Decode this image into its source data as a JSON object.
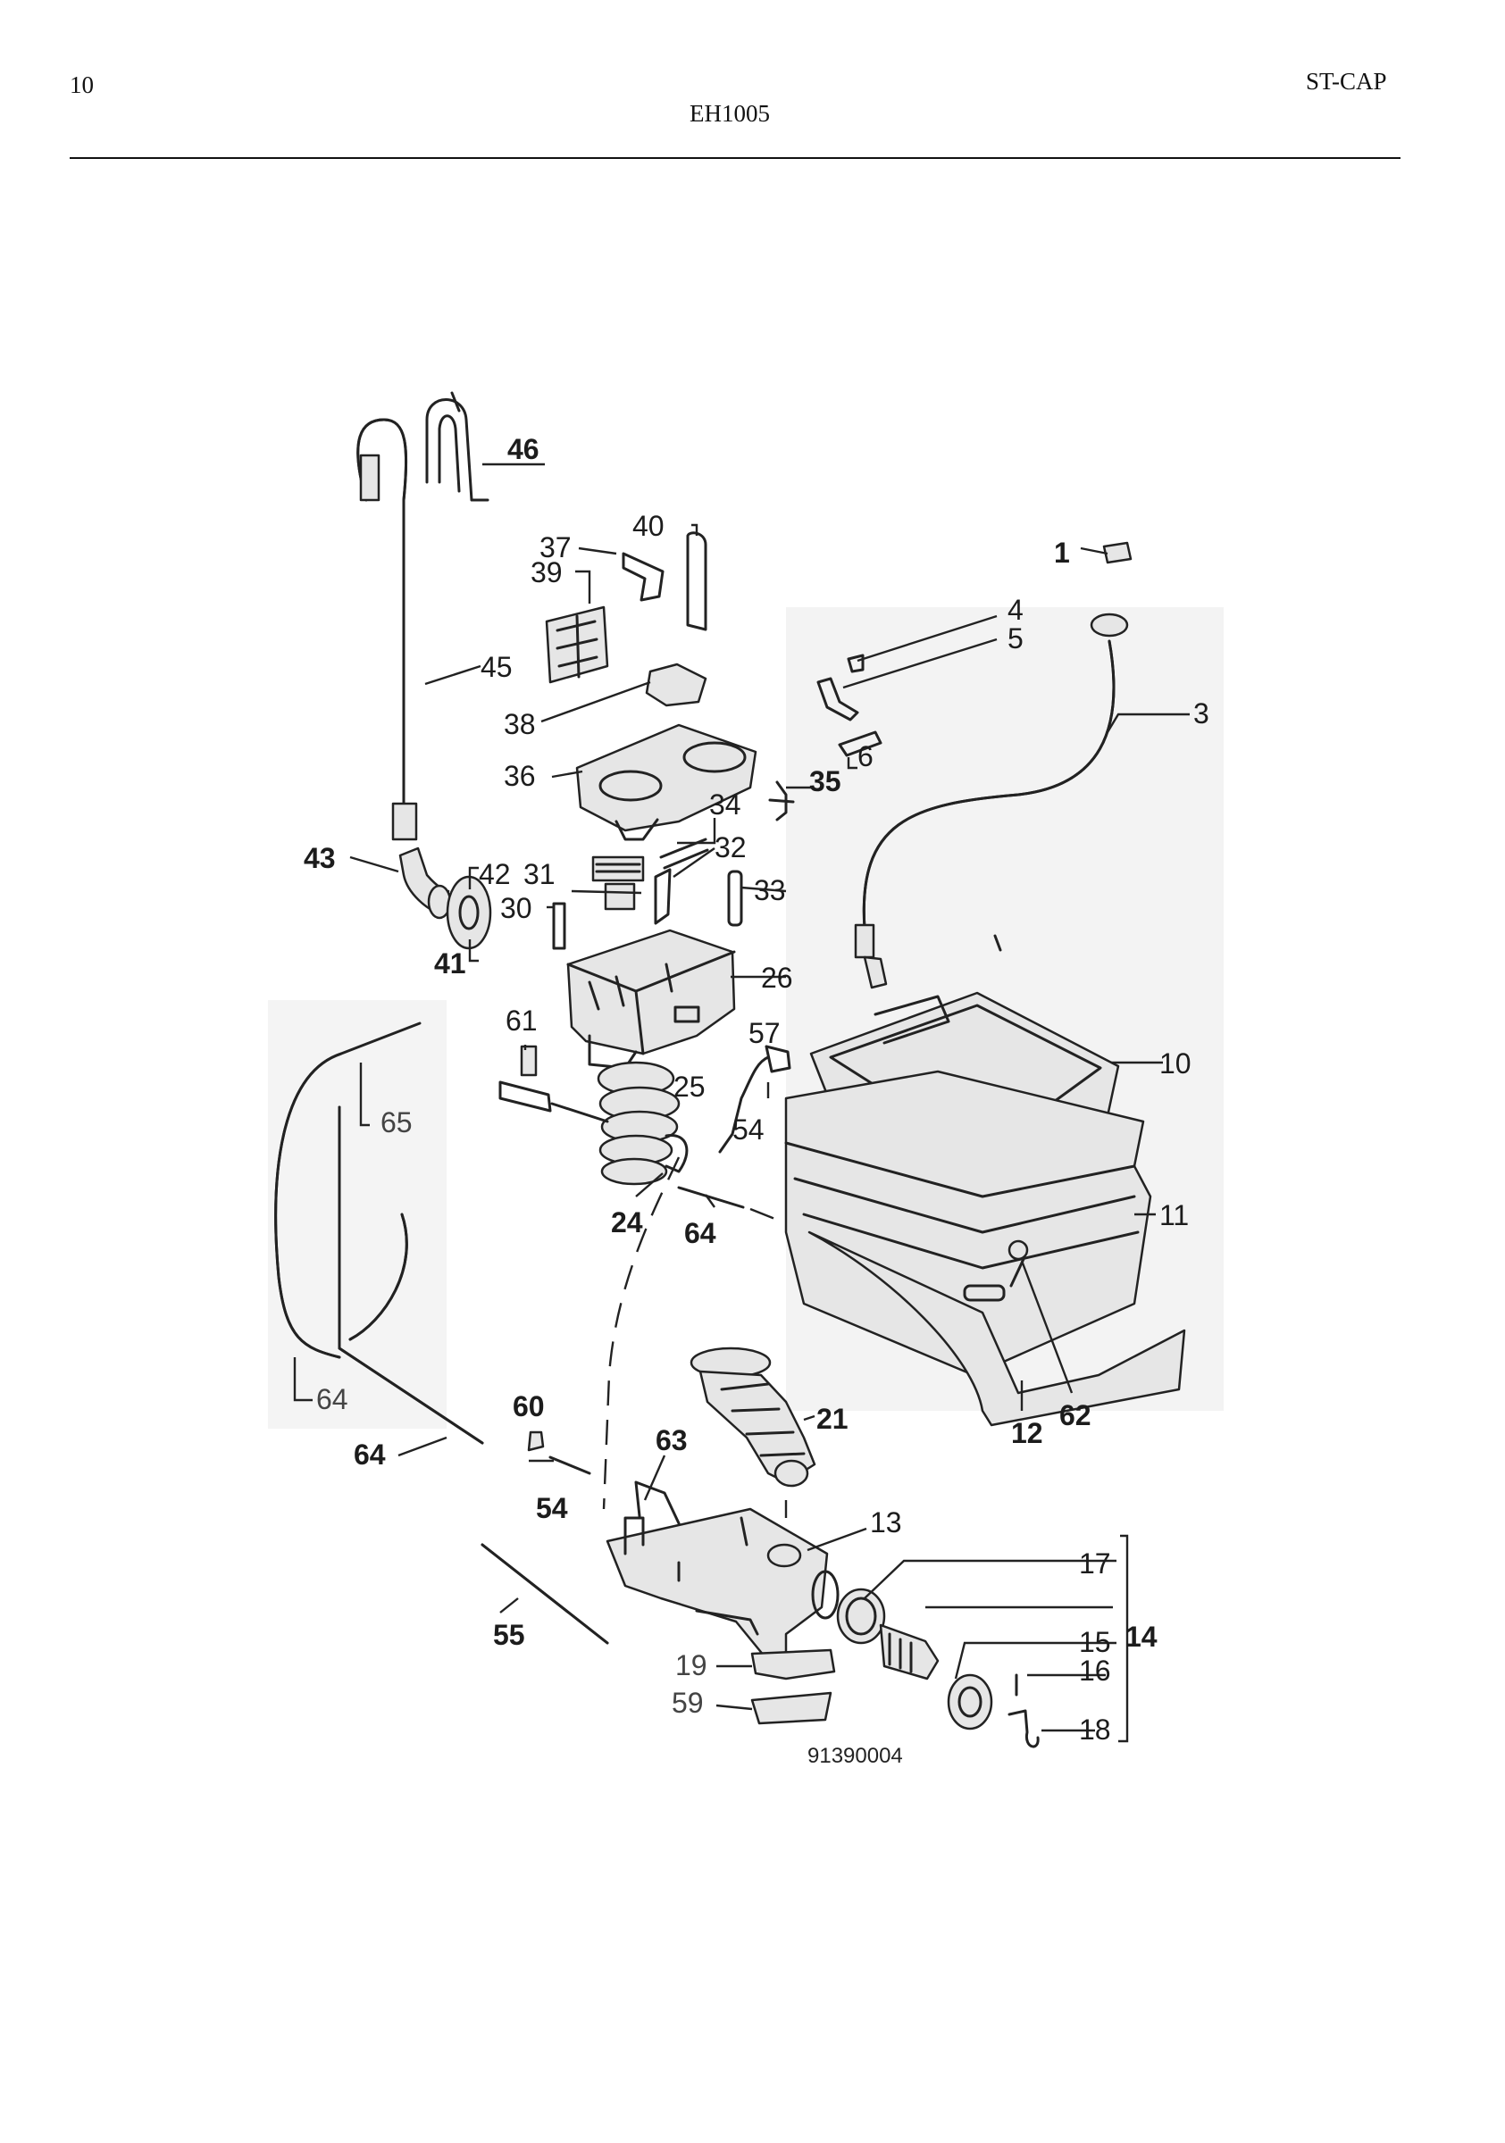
{
  "header": {
    "page_number": "10",
    "model": "EH1005",
    "section": "ST-CAP"
  },
  "diagram": {
    "drawing_code": "91390004",
    "part_labels": [
      {
        "id": "1",
        "text": "1"
      },
      {
        "id": "3",
        "text": "3"
      },
      {
        "id": "4",
        "text": "4"
      },
      {
        "id": "5",
        "text": "5"
      },
      {
        "id": "6",
        "text": "6"
      },
      {
        "id": "10",
        "text": "10"
      },
      {
        "id": "11",
        "text": "11"
      },
      {
        "id": "12",
        "text": "12"
      },
      {
        "id": "13",
        "text": "13"
      },
      {
        "id": "14",
        "text": "14"
      },
      {
        "id": "15",
        "text": "15"
      },
      {
        "id": "16",
        "text": "16"
      },
      {
        "id": "17",
        "text": "17"
      },
      {
        "id": "18",
        "text": "18"
      },
      {
        "id": "19",
        "text": "19"
      },
      {
        "id": "21",
        "text": "21"
      },
      {
        "id": "24",
        "text": "24"
      },
      {
        "id": "25",
        "text": "25"
      },
      {
        "id": "26",
        "text": "26"
      },
      {
        "id": "30",
        "text": "30"
      },
      {
        "id": "31",
        "text": "31"
      },
      {
        "id": "32",
        "text": "32"
      },
      {
        "id": "33",
        "text": "33"
      },
      {
        "id": "34",
        "text": "34"
      },
      {
        "id": "35",
        "text": "35"
      },
      {
        "id": "36",
        "text": "36"
      },
      {
        "id": "37",
        "text": "37"
      },
      {
        "id": "38",
        "text": "38"
      },
      {
        "id": "39",
        "text": "39"
      },
      {
        "id": "40",
        "text": "40"
      },
      {
        "id": "41",
        "text": "41"
      },
      {
        "id": "42",
        "text": "42"
      },
      {
        "id": "43",
        "text": "43"
      },
      {
        "id": "45",
        "text": "45"
      },
      {
        "id": "46",
        "text": "46"
      },
      {
        "id": "54a",
        "text": "54"
      },
      {
        "id": "54b",
        "text": "54"
      },
      {
        "id": "55",
        "text": "55"
      },
      {
        "id": "57",
        "text": "57"
      },
      {
        "id": "59",
        "text": "59"
      },
      {
        "id": "60",
        "text": "60"
      },
      {
        "id": "61",
        "text": "61"
      },
      {
        "id": "62",
        "text": "62"
      },
      {
        "id": "63",
        "text": "63"
      },
      {
        "id": "64a",
        "text": "64"
      },
      {
        "id": "64b",
        "text": "64"
      },
      {
        "id": "64c",
        "text": "64"
      },
      {
        "id": "65",
        "text": "65"
      }
    ]
  }
}
